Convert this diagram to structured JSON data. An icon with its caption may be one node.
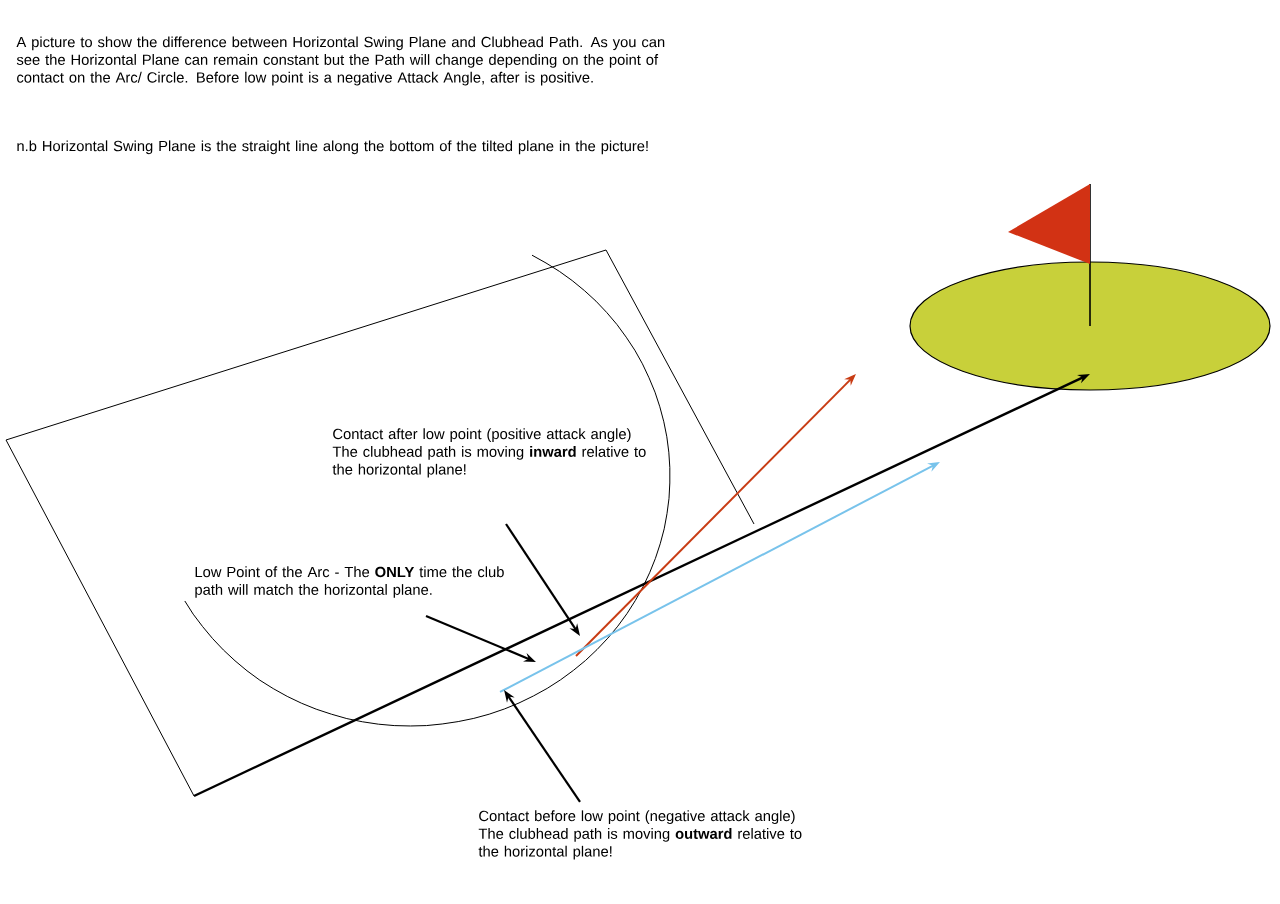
{
  "diagram": {
    "title": "A picture to show the difference between Horizontal Swing Plane and Clubhead Path. As you can see the Horizontal Plane can remain constant but the Path will change depending on the point of contact on the Arc/ Circle. Before  low point is a negative Attack Angle, after is positive.",
    "nodes": [
      {
        "text": [
          "Contact after low point (positive attack angle) The clubhead path is moving **inward** relative to the horizontal plane!"
        ]
      },
      {
        "text": [
          "Low Point of the Arc - The **ONLY** time the club path will match the horizontal plane."
        ]
      },
      {
        "text": [
          "Contact before low point (negative attack angle) The clubhead path is moving **outward** relative to the horizontal plane!"
        ]
      }
    ],
    "edges": [
      {
        "from": 0,
        "to": null,
        "arrow": "to"
      },
      {
        "from": 1,
        "to": null,
        "arrow": "to"
      },
      {
        "from": 2,
        "to": null,
        "arrow": "to"
      }
    ],
    "labels": [
      "n.b Horizontal Swing Plane is the straight line along the bottom of the tilted plane in the picture!"
    ]
  }
}
